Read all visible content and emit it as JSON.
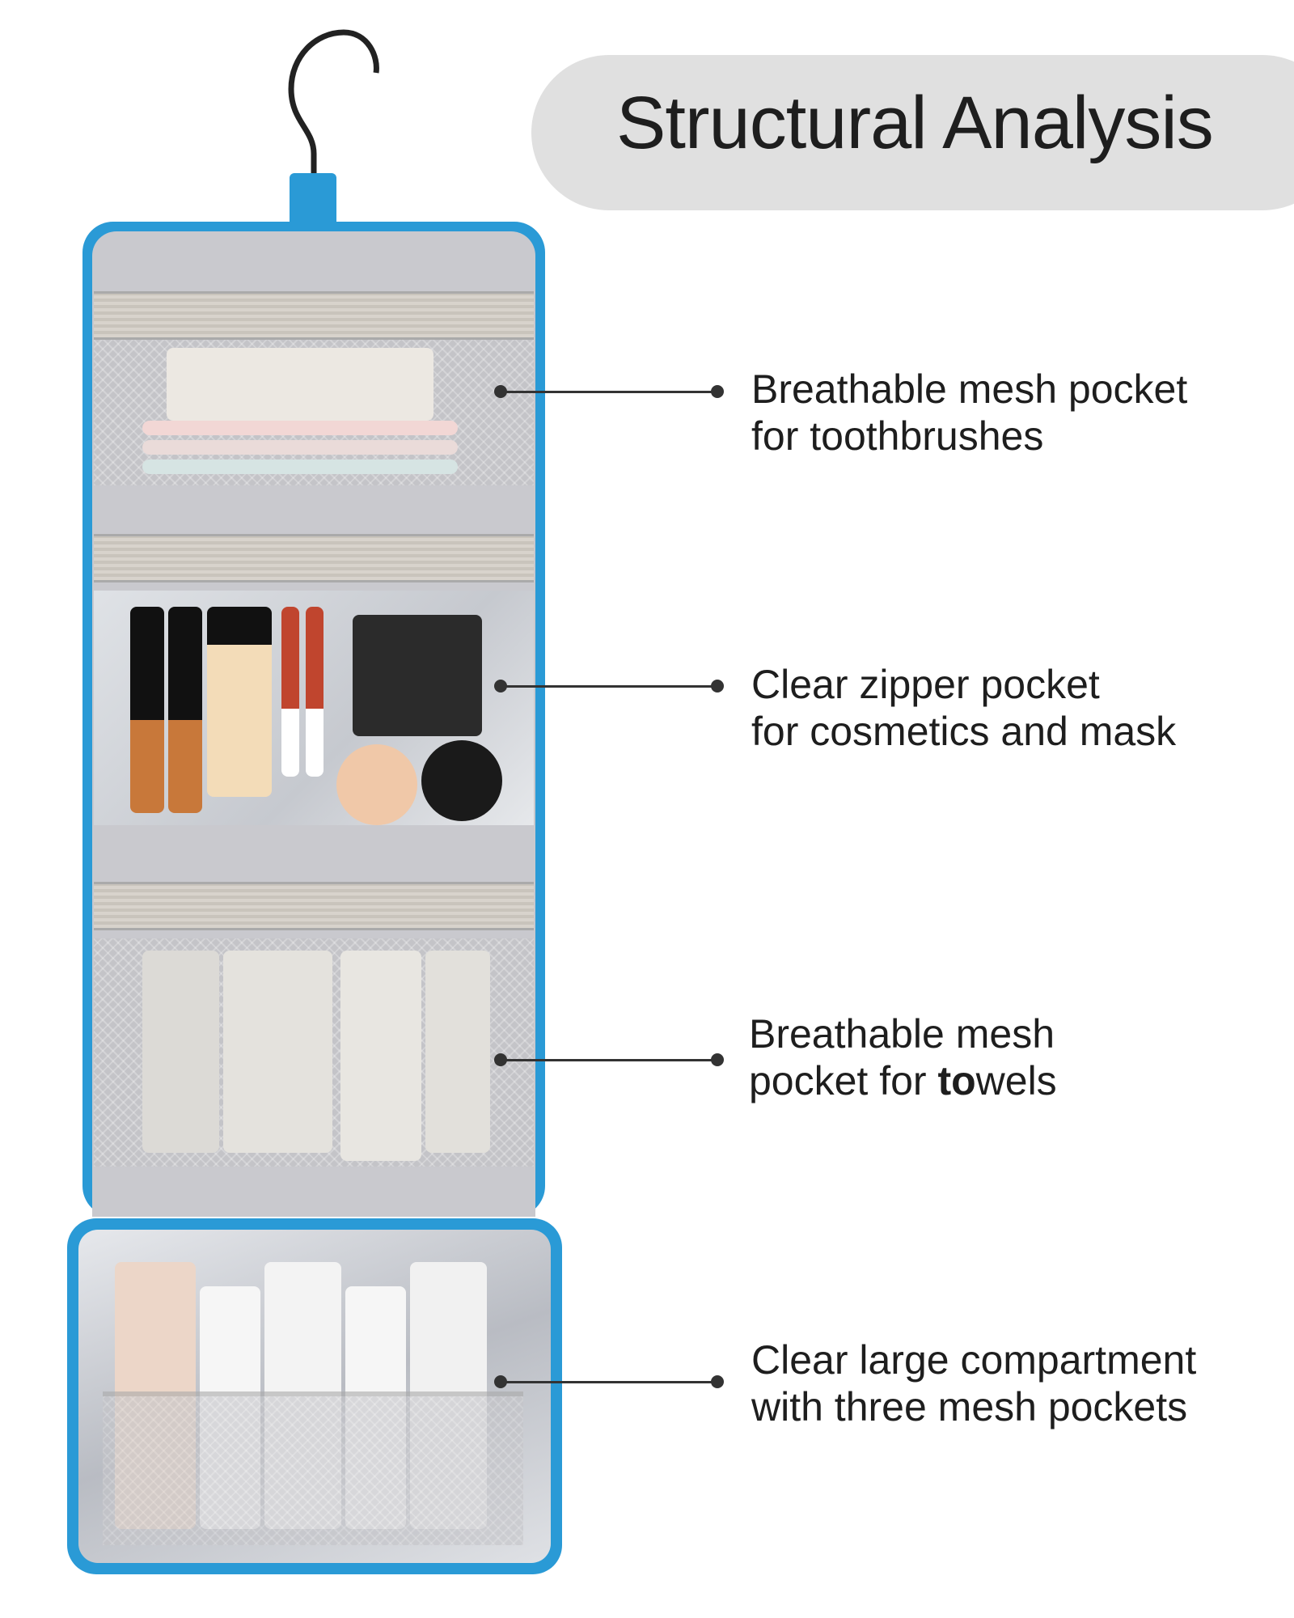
{
  "header": {
    "title": "Structural Analysis"
  },
  "callouts": [
    {
      "line1": "Breathable mesh pocket",
      "line2": "for toothbrushes"
    },
    {
      "line1": "Clear zipper pocket",
      "line2": "for cosmetics and mask"
    },
    {
      "line1": "Breathable mesh",
      "line2_pre": "pocket for ",
      "line2_bold": "to",
      "line2_post": "wels"
    },
    {
      "line1": "Clear large compartment",
      "line2": "with three mesh pockets"
    }
  ],
  "colors": {
    "accent": "#2a9ad6",
    "pill": "#e0e0e0",
    "text": "#1e1e1e"
  }
}
